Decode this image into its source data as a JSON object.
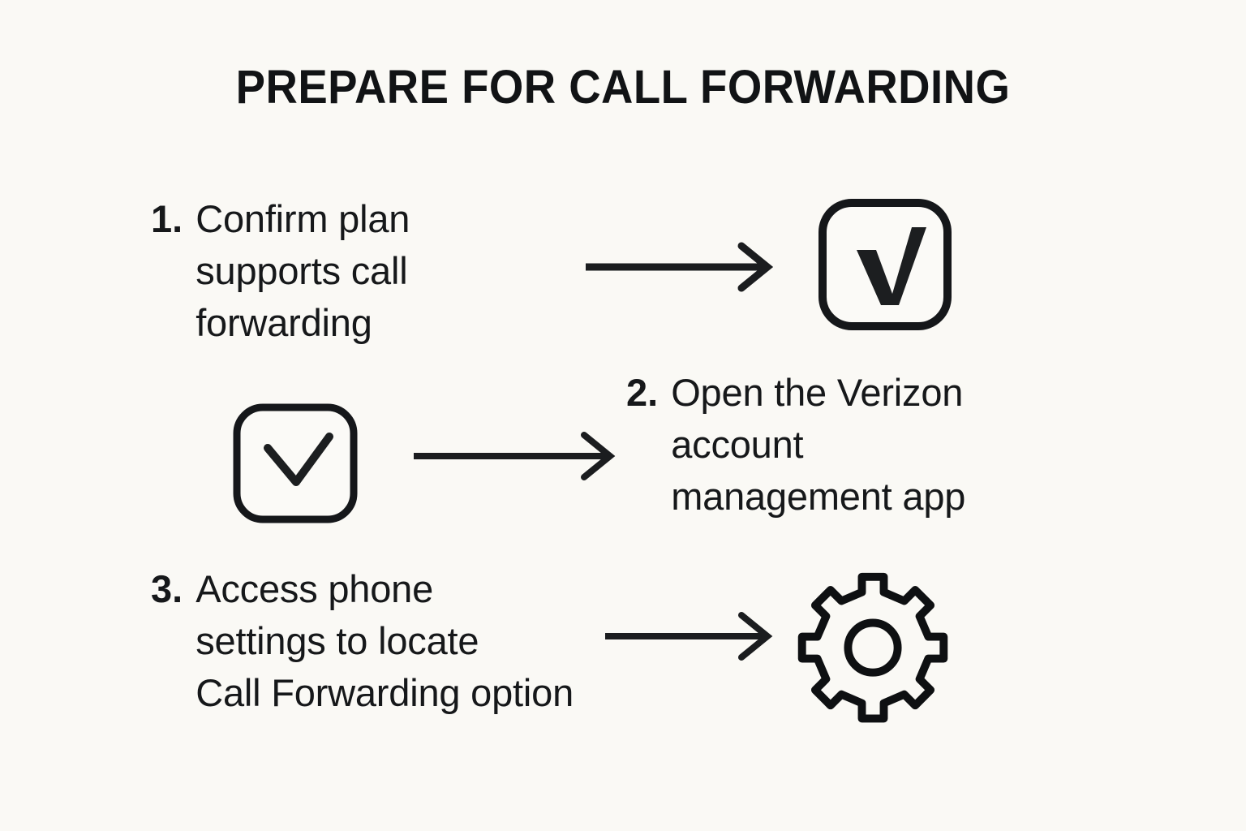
{
  "page": {
    "title": "PREPARE FOR CALL FORWARDING",
    "background_color": "#faf9f5",
    "ink_color": "#16181a",
    "type": "numbered-step-infographic"
  },
  "steps": [
    {
      "number": "1.",
      "lines": [
        "Confirm plan",
        "supports call",
        "forwarding"
      ],
      "text": "Confirm plan supports call forwarding",
      "icon": "checkbox-check-icon",
      "connector": "arrow-right-icon",
      "layout": "text-left-icon-right"
    },
    {
      "number": "2.",
      "lines": [
        "Open the Verizon",
        "account",
        "management app"
      ],
      "text": "Open the Verizon account management app",
      "icon": "checkbox-check-icon",
      "connector": "arrow-right-icon",
      "layout": "icon-left-text-right"
    },
    {
      "number": "3.",
      "lines": [
        "Access phone",
        "settings to locate",
        "Call Forwarding option"
      ],
      "text": "Access phone settings to locate Call Forwarding option",
      "icon": "gear-icon",
      "connector": "arrow-right-icon",
      "layout": "text-left-icon-right"
    }
  ]
}
